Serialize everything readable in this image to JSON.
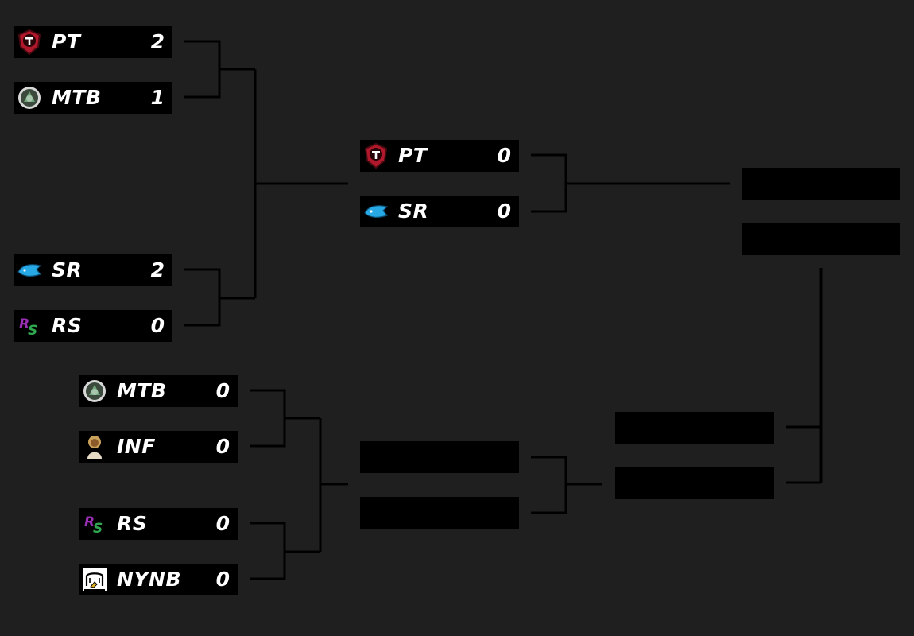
{
  "upper_r1_m1": {
    "team1": {
      "name": "PT",
      "score": "2",
      "logo": "pt-shield-icon"
    },
    "team2": {
      "name": "MTB",
      "score": "1",
      "logo": "mtb-badge-icon"
    }
  },
  "upper_r1_m2": {
    "team1": {
      "name": "SR",
      "score": "2",
      "logo": "sr-shark-icon"
    },
    "team2": {
      "name": "RS",
      "score": "0",
      "logo": "rs-letters-icon"
    }
  },
  "upper_final": {
    "team1": {
      "name": "PT",
      "score": "0",
      "logo": "pt-shield-icon"
    },
    "team2": {
      "name": "SR",
      "score": "0",
      "logo": "sr-shark-icon"
    }
  },
  "lower_r1_m1": {
    "team1": {
      "name": "MTB",
      "score": "0",
      "logo": "mtb-badge-icon"
    },
    "team2": {
      "name": "INF",
      "score": "0",
      "logo": "inf-character-icon"
    }
  },
  "lower_r1_m2": {
    "team1": {
      "name": "RS",
      "score": "0",
      "logo": "rs-letters-icon"
    },
    "team2": {
      "name": "NYNB",
      "score": "0",
      "logo": "nynb-emblem-icon"
    }
  },
  "lower_r2": {
    "team1": {
      "name": "",
      "score": ""
    },
    "team2": {
      "name": "",
      "score": ""
    }
  },
  "lower_final": {
    "team1": {
      "name": "",
      "score": ""
    },
    "team2": {
      "name": "",
      "score": ""
    }
  },
  "grand_final": {
    "team1": {
      "name": "",
      "score": ""
    },
    "team2": {
      "name": "",
      "score": ""
    }
  },
  "colors": {
    "background": "#1f1f1f",
    "slot": "#000000",
    "text": "#ffffff",
    "connector": "#000000",
    "pt_red": "#b0182c",
    "sr_blue": "#27a9e6",
    "rs_purple": "#9a2fb6",
    "rs_green": "#2fa84f"
  }
}
